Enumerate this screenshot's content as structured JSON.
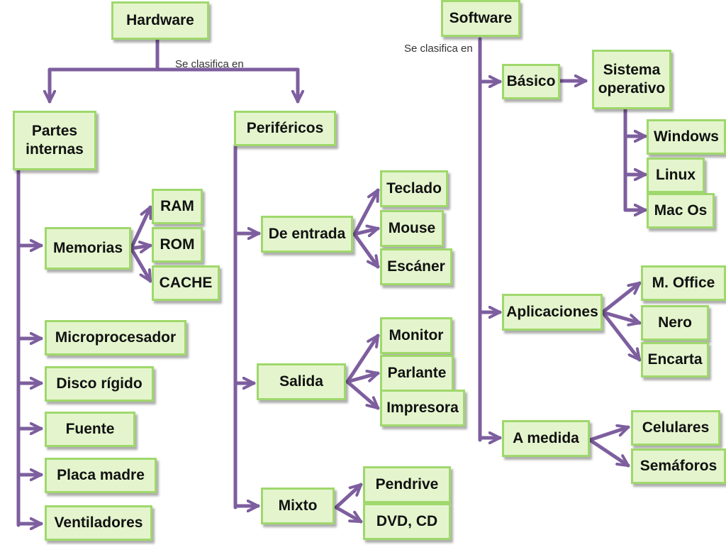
{
  "hardware": {
    "title": "Hardware",
    "relation": "Se clasifica en",
    "partes_internas": {
      "title": "Partes\ninternas",
      "memorias": {
        "title": "Memorias",
        "items": [
          "RAM",
          "ROM",
          "CACHE"
        ]
      },
      "items": [
        "Microprocesador",
        "Disco rígido",
        "Fuente",
        "Placa madre",
        "Ventiladores"
      ]
    },
    "perifericos": {
      "title": "Periféricos",
      "entrada": {
        "title": "De entrada",
        "items": [
          "Teclado",
          "Mouse",
          "Escáner"
        ]
      },
      "salida": {
        "title": "Salida",
        "items": [
          "Monitor",
          "Parlante",
          "Impresora"
        ]
      },
      "mixto": {
        "title": "Mixto",
        "items": [
          "Pendrive",
          "DVD, CD"
        ]
      }
    }
  },
  "software": {
    "title": "Software",
    "relation": "Se clasifica en",
    "basico": {
      "title": "Básico",
      "so": {
        "title": "Sistema\noperativo",
        "items": [
          "Windows",
          "Linux",
          "Mac Os"
        ]
      }
    },
    "aplicaciones": {
      "title": "Aplicaciones",
      "items": [
        "M. Office",
        "Nero",
        "Encarta"
      ]
    },
    "a_medida": {
      "title": "A medida",
      "items": [
        "Celulares",
        "Semáforos"
      ]
    }
  },
  "colors": {
    "connector": "#7d5e9e",
    "box_fill": "#e4f5cd",
    "box_border": "#9fd86c"
  }
}
